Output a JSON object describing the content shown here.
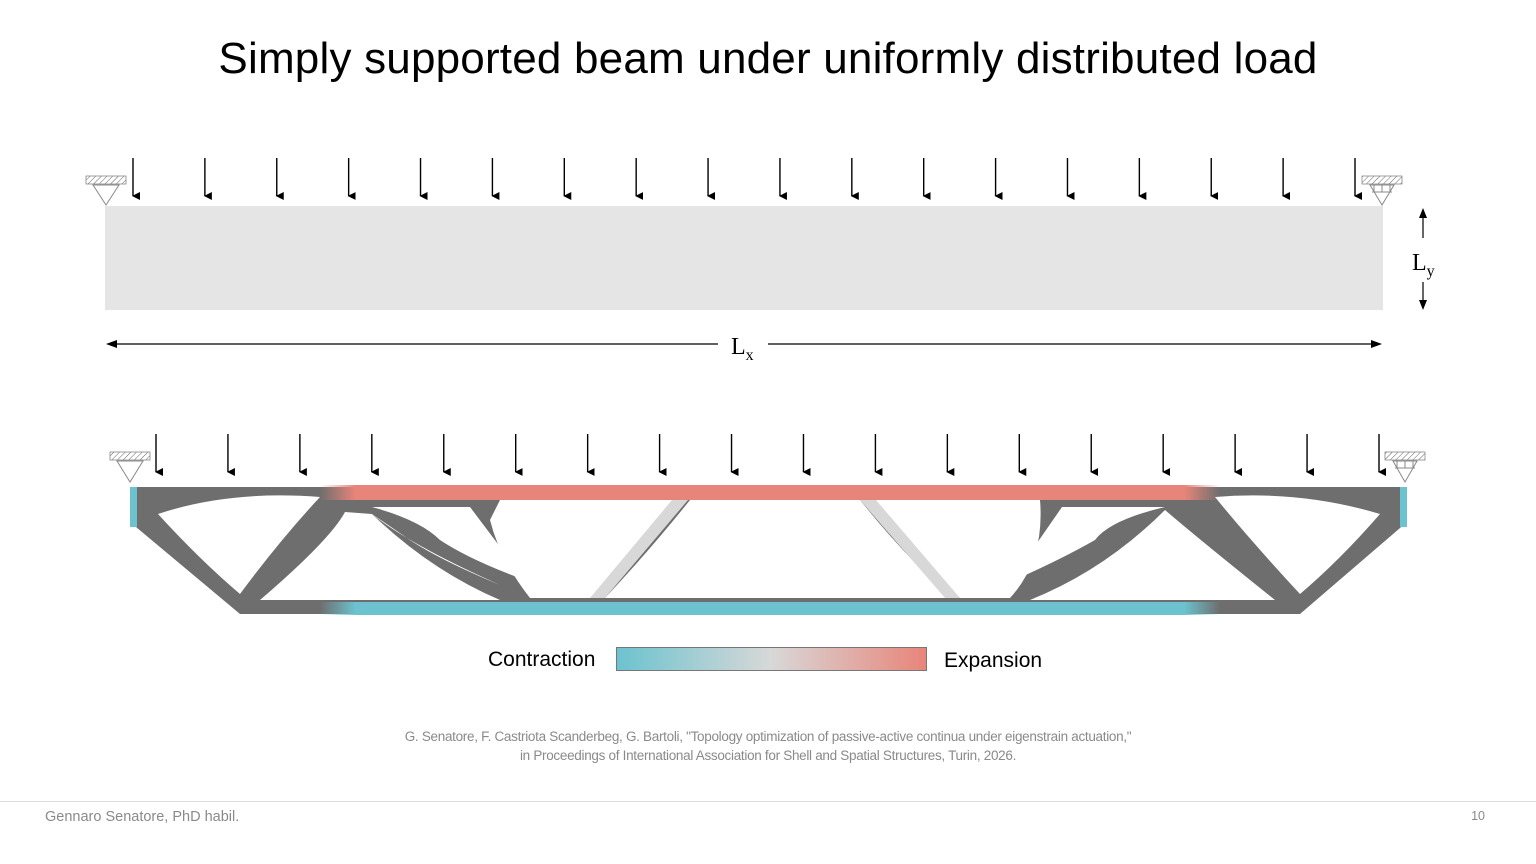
{
  "slide": {
    "title": "Simply supported beam under uniformly distributed load",
    "page_number": "10",
    "author": "Gennaro Senatore, PhD habil."
  },
  "diagram": {
    "dimension_x": {
      "main": "L",
      "sub": "x"
    },
    "dimension_y": {
      "main": "L",
      "sub": "y"
    },
    "design_domain_color": "#e6e5e6",
    "solid_color": "#6e6e6e",
    "load_count_top": 18,
    "load_count_bottom": 18
  },
  "legend": {
    "left_label": "Contraction",
    "right_label": "Expansion",
    "colors": {
      "contraction": "#6cc3cf",
      "neutral": "#d8d8d8",
      "expansion": "#e8857a"
    }
  },
  "citation": {
    "line1": "G. Senatore, F. Castriota Scanderbeg, G. Bartoli, \"Topology optimization of passive-active continua under eigenstrain actuation,\"",
    "line2": "in Proceedings of International Association for Shell and Spatial Structures, Turin, 2026."
  }
}
